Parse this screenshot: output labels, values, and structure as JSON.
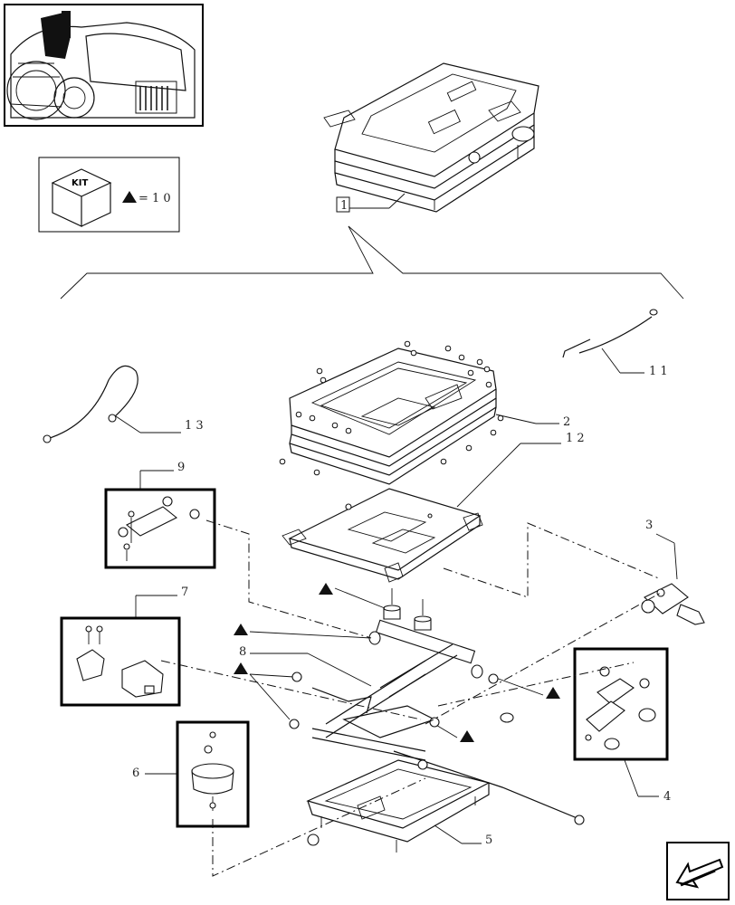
{
  "kit": {
    "label": "KIT",
    "legend": "= 1 0",
    "symbol": "triangle"
  },
  "callouts": [
    {
      "id": "1",
      "text": "1"
    },
    {
      "id": "2",
      "text": "2"
    },
    {
      "id": "3",
      "text": "3"
    },
    {
      "id": "4",
      "text": "4"
    },
    {
      "id": "5",
      "text": "5"
    },
    {
      "id": "6",
      "text": "6"
    },
    {
      "id": "7",
      "text": "7"
    },
    {
      "id": "8",
      "text": "8"
    },
    {
      "id": "9",
      "text": "9"
    },
    {
      "id": "11",
      "text": "1 1"
    },
    {
      "id": "12",
      "text": "1 2"
    },
    {
      "id": "13",
      "text": "1 3"
    }
  ],
  "icons": {
    "tractor": "tractor-thumbnail-icon",
    "kit": "kit-cube-icon",
    "navigate": "navigation-arrow-icon"
  },
  "colors": {
    "line": "#111111",
    "background": "#ffffff"
  }
}
